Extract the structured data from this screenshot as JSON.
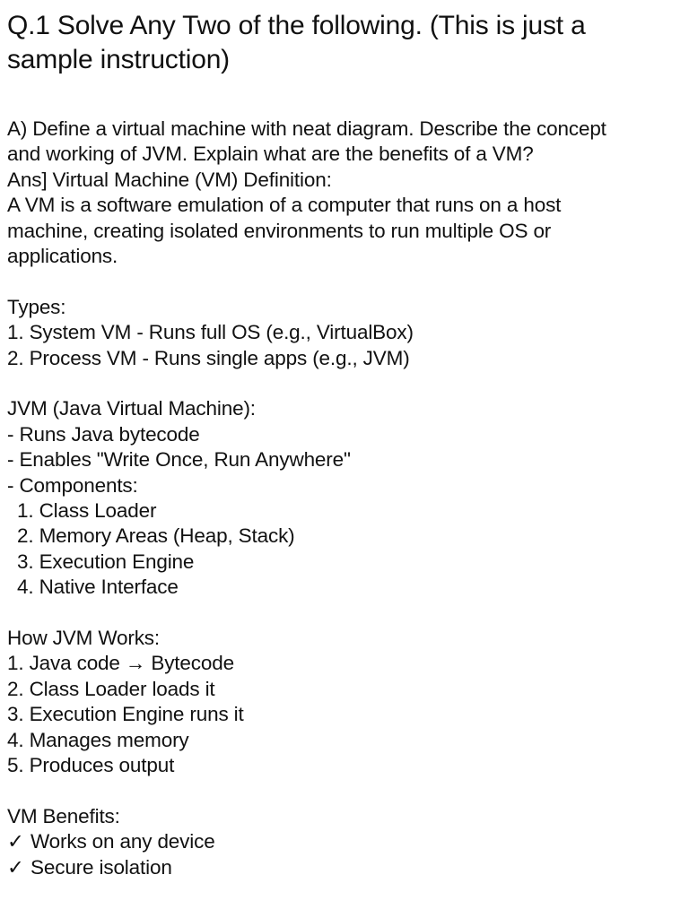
{
  "question": {
    "title_line1": "Q.1 Solve Any Two of the following. (This is just a",
    "title_line2": "sample instruction)"
  },
  "part_a": {
    "prompt_line1": "A) Define a virtual machine with neat diagram. Describe the concept",
    "prompt_line2": "and working of JVM. Explain what are the benefits of a VM?",
    "answer_heading": "Ans] Virtual Machine (VM) Definition:",
    "definition_line1": "A VM is a software emulation of a computer that runs on a host",
    "definition_line2": "machine, creating isolated environments to run multiple OS or",
    "definition_line3": "applications."
  },
  "types": {
    "heading": "Types:",
    "items": [
      "1. System VM - Runs full OS (e.g., VirtualBox)",
      "2. Process VM - Runs single apps (e.g., JVM)"
    ]
  },
  "jvm": {
    "heading": "JVM (Java Virtual Machine):",
    "points": [
      "- Runs Java bytecode",
      "- Enables \"Write Once, Run Anywhere\"",
      "- Components:"
    ],
    "components": [
      "1. Class Loader",
      "2. Memory Areas (Heap, Stack)",
      "3. Execution Engine",
      "4. Native Interface"
    ]
  },
  "how_jvm_works": {
    "heading": "How JVM Works:",
    "steps": [
      "1. Java code → Bytecode",
      "2. Class Loader loads it",
      "3. Execution Engine runs it",
      "4. Manages memory",
      "5. Produces output"
    ]
  },
  "benefits": {
    "heading": "VM Benefits:",
    "check_symbol": "✓",
    "items": [
      "Works on any device",
      "Secure isolation"
    ]
  }
}
